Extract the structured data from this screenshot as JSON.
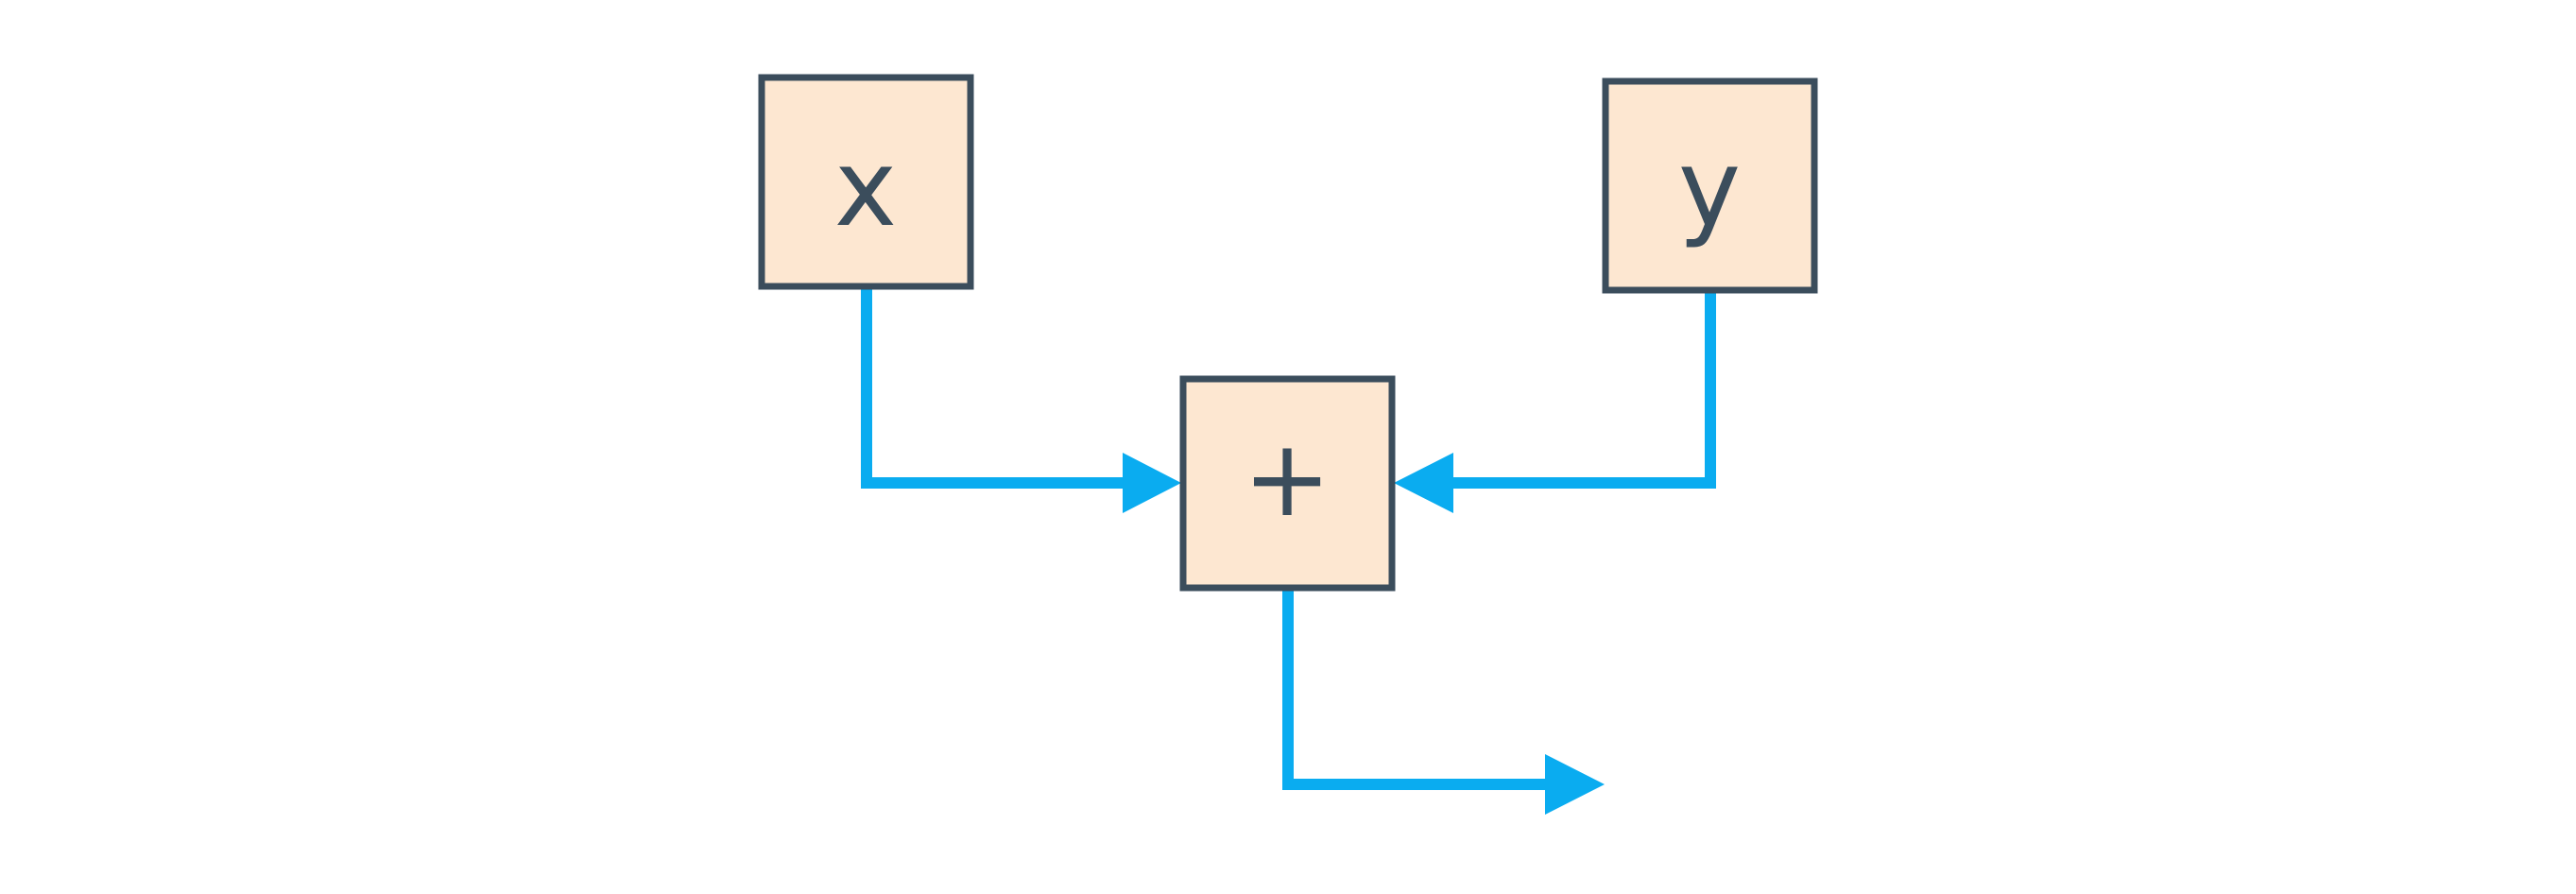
{
  "colors": {
    "background": "#ffffff",
    "node_fill": "#fde7d1",
    "node_stroke": "#3b4d5c",
    "text": "#3b4d5c",
    "edge": "#0aacf0"
  },
  "nodes": {
    "x": {
      "label": "x"
    },
    "y": {
      "label": "y"
    },
    "add": {
      "label": "+"
    }
  },
  "edges": [
    {
      "from": "x",
      "to": "add"
    },
    {
      "from": "y",
      "to": "add"
    },
    {
      "from": "add",
      "to": "output"
    }
  ]
}
